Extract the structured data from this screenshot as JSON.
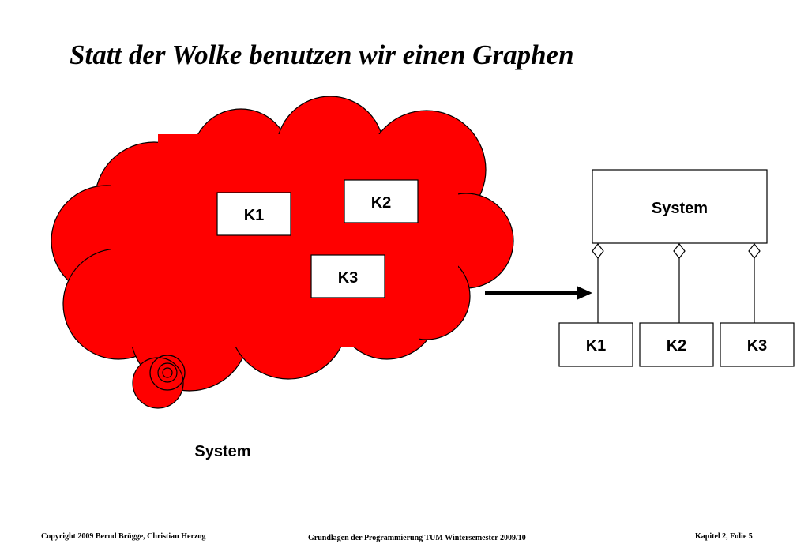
{
  "title": "Statt der Wolke benutzen wir einen Graphen",
  "cloud": {
    "color": "#ff0000",
    "components": [
      "K1",
      "K2",
      "K3"
    ],
    "label": "System"
  },
  "graph": {
    "root": "System",
    "components": [
      "K1",
      "K2",
      "K3"
    ]
  },
  "footer": {
    "left": "Copyright  2009  Bernd Brügge, Christian Herzog",
    "center": "Grundlagen der Programmierung  TUM Wintersemester 2009/10",
    "right": "Kapitel 2, Folie 5"
  }
}
